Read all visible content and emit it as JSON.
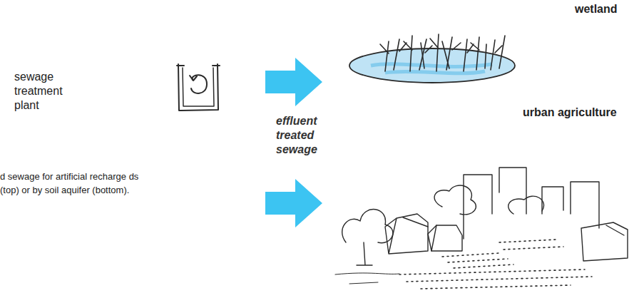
{
  "diagram": {
    "caption": "d sewage for artificial recharge ds (top) or by soil aquifer (bottom).",
    "nodes": [
      {
        "text": [
          "sewage treatment plant"
        ]
      },
      {
        "text": [
          "wetland"
        ]
      },
      {
        "text": [
          "urban agriculture"
        ]
      }
    ],
    "edges": [
      {
        "from": 0,
        "to": 1,
        "arrow": "to"
      },
      {
        "from": 0,
        "to": 2,
        "arrow": "to"
      }
    ],
    "labels": [
      "effluent treated sewage"
    ]
  }
}
